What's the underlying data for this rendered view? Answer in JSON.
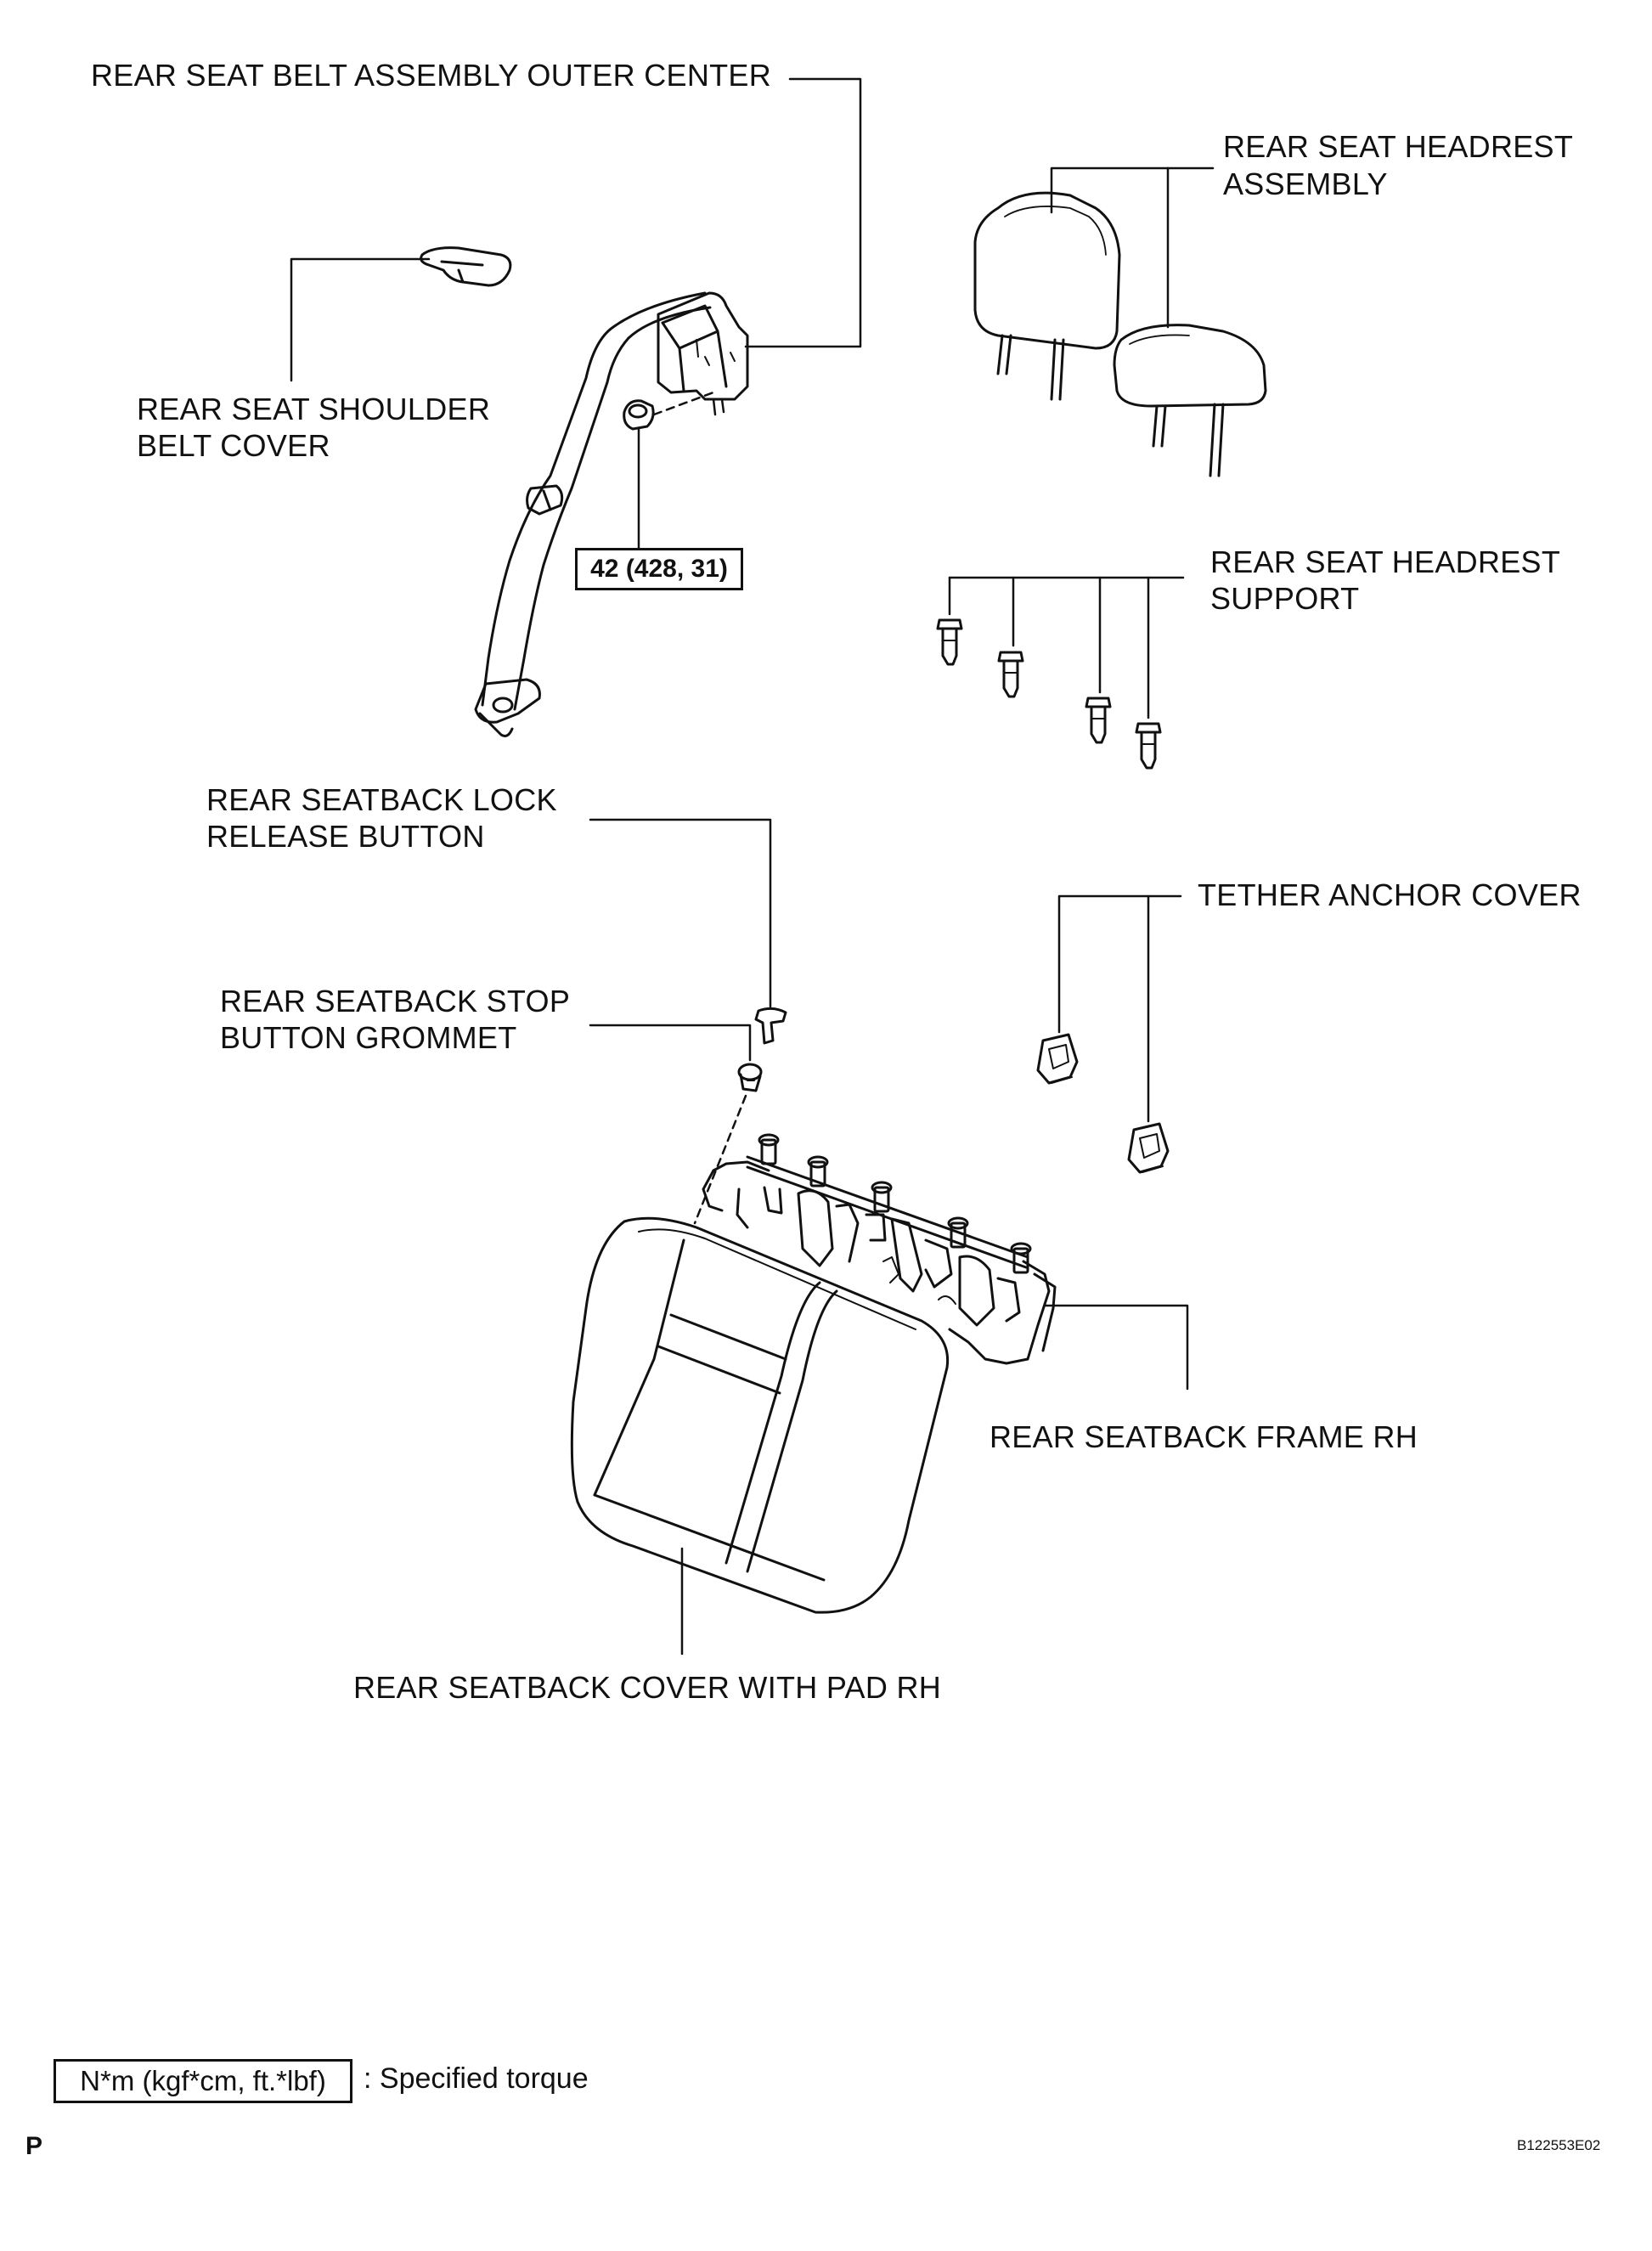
{
  "labels": {
    "belt_outer_center": "REAR SEAT BELT ASSEMBLY OUTER CENTER",
    "headrest_assembly_1": "REAR SEAT HEADREST",
    "headrest_assembly_2": "ASSEMBLY",
    "shoulder_cover_1": "REAR SEAT SHOULDER",
    "shoulder_cover_2": "BELT COVER",
    "headrest_support_1": "REAR SEAT HEADREST",
    "headrest_support_2": "SUPPORT",
    "lock_release_1": "REAR SEATBACK LOCK",
    "lock_release_2": "RELEASE BUTTON",
    "tether_anchor": "TETHER ANCHOR COVER",
    "stop_grommet_1": "REAR SEATBACK STOP",
    "stop_grommet_2": "BUTTON GROMMET",
    "frame_rh": "REAR SEATBACK FRAME RH",
    "cover_pad_rh": "REAR SEATBACK COVER WITH PAD RH"
  },
  "torque": "42 (428, 31)",
  "legend": {
    "box": "N*m (kgf*cm, ft.*lbf)",
    "text": ": Specified torque"
  },
  "page_letter": "P",
  "figure_code": "B122553E02"
}
